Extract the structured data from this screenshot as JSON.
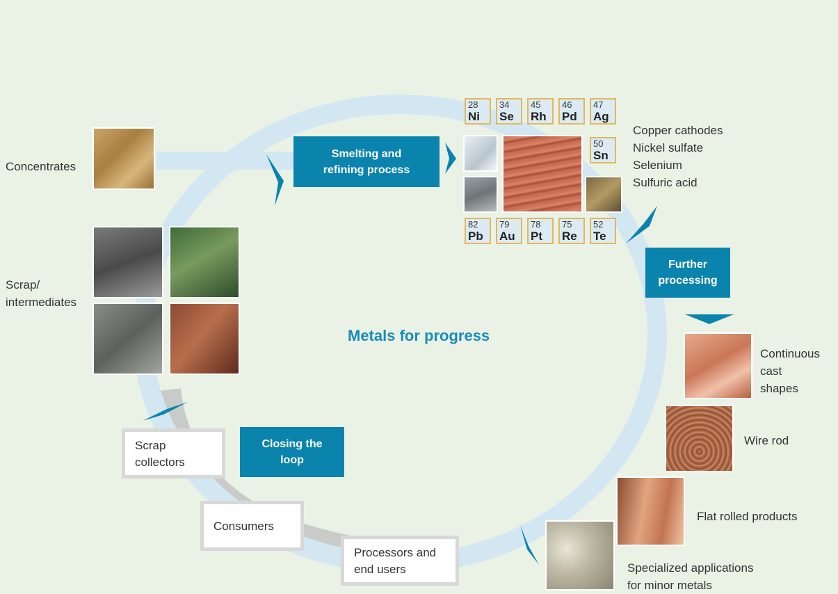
{
  "center_title": "Metals for progress",
  "inputs": {
    "concentrates": "Concentrates",
    "scrap": [
      "Scrap/",
      "intermediates"
    ]
  },
  "steps": {
    "smelting": [
      "Smelting and",
      "refining process"
    ],
    "further": [
      "Further",
      "processing"
    ],
    "closing": [
      "Closing the",
      "loop"
    ]
  },
  "elements_top": [
    {
      "number": "28",
      "symbol": "Ni"
    },
    {
      "number": "34",
      "symbol": "Se"
    },
    {
      "number": "45",
      "symbol": "Rh"
    },
    {
      "number": "46",
      "symbol": "Pd"
    },
    {
      "number": "47",
      "symbol": "Ag"
    }
  ],
  "element_side": {
    "number": "50",
    "symbol": "Sn"
  },
  "elements_bottom": [
    {
      "number": "82",
      "symbol": "Pb"
    },
    {
      "number": "79",
      "symbol": "Au"
    },
    {
      "number": "78",
      "symbol": "Pt"
    },
    {
      "number": "75",
      "symbol": "Re"
    },
    {
      "number": "52",
      "symbol": "Te"
    }
  ],
  "products_main": [
    "Copper cathodes",
    "Nickel sulfate",
    "Selenium",
    "Sulfuric acid"
  ],
  "products": {
    "continuous": [
      "Continuous",
      "cast",
      "shapes"
    ],
    "wire_rod": "Wire rod",
    "flat_rolled": "Flat rolled products",
    "specialized": [
      "Specialized applications",
      "for minor metals"
    ]
  },
  "loop_boxes": {
    "scrap_collectors": [
      "Scrap",
      "collectors"
    ],
    "consumers": "Consumers",
    "processors": [
      "Processors and",
      "end users"
    ]
  },
  "colors": {
    "background": "#eaf2e6",
    "step_blue": "#0a84ad",
    "ring_light_blue": "#d3e7f2",
    "loop_grey": "#c9cbc8",
    "tile_border": "#e3b75c",
    "tile_fill": "#dcebf3",
    "title_blue": "#1a8cb8"
  }
}
